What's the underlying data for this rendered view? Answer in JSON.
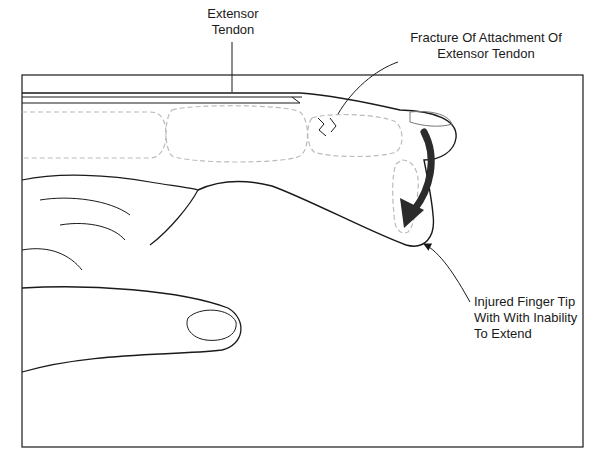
{
  "diagram": {
    "labels": [
      "Extensor Tendon",
      "Fracture Of Attachment Of Extensor Tendon",
      "Injured Finger Tip With With Inability To Extend"
    ]
  }
}
